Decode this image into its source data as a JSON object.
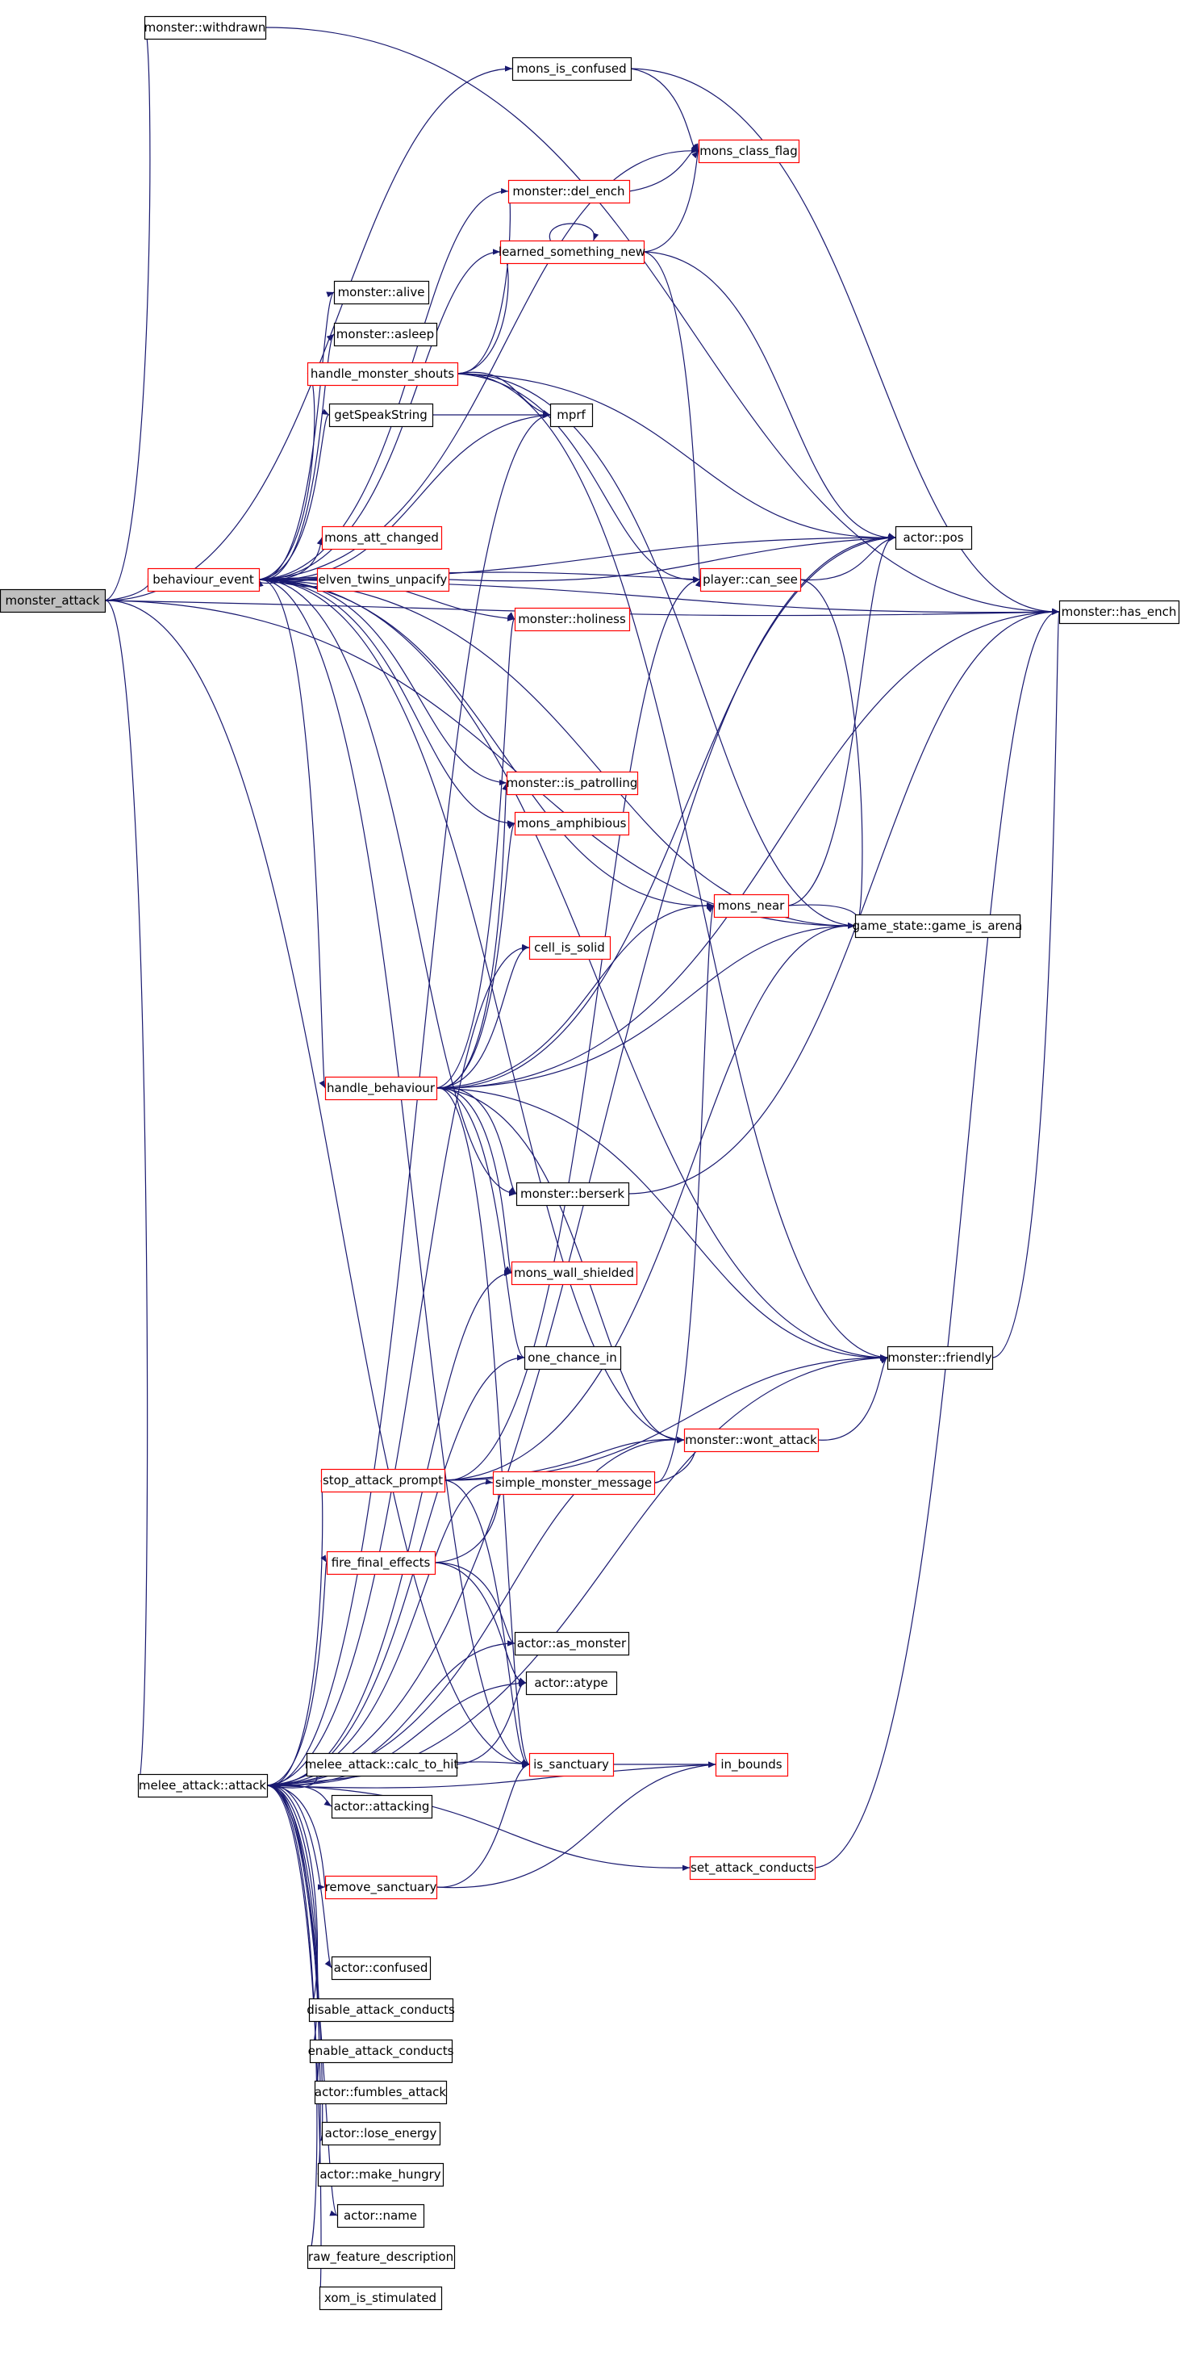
{
  "colors": {
    "edge": "#191970",
    "border_default": "#000000",
    "border_truncated": "#ff0000",
    "root_fill": "#bfbfbf",
    "node_fill": "#ffffff"
  },
  "nodes": [
    {
      "id": "monster_attack",
      "label": "monster_attack",
      "style": "root"
    },
    {
      "id": "withdrawn",
      "label": "monster::withdrawn",
      "style": "default"
    },
    {
      "id": "has_ench",
      "label": "monster::has_ench",
      "style": "default"
    },
    {
      "id": "behaviour_event",
      "label": "behaviour_event",
      "style": "truncated"
    },
    {
      "id": "mons_is_confused",
      "label": "mons_is_confused",
      "style": "default"
    },
    {
      "id": "mons_class_flag",
      "label": "mons_class_flag",
      "style": "truncated"
    },
    {
      "id": "del_ench",
      "label": "monster::del_ench",
      "style": "truncated"
    },
    {
      "id": "learned",
      "label": "learned_something_new",
      "style": "truncated"
    },
    {
      "id": "alive",
      "label": "monster::alive",
      "style": "default"
    },
    {
      "id": "asleep",
      "label": "monster::asleep",
      "style": "default"
    },
    {
      "id": "shouts",
      "label": "handle_monster_shouts",
      "style": "truncated"
    },
    {
      "id": "speak",
      "label": "getSpeakString",
      "style": "default"
    },
    {
      "id": "mprf",
      "label": "mprf",
      "style": "default"
    },
    {
      "id": "att_changed",
      "label": "mons_att_changed",
      "style": "truncated"
    },
    {
      "id": "elven",
      "label": "elven_twins_unpacify",
      "style": "truncated"
    },
    {
      "id": "can_see",
      "label": "player::can_see",
      "style": "truncated"
    },
    {
      "id": "actor_pos",
      "label": "actor::pos",
      "style": "default"
    },
    {
      "id": "holiness",
      "label": "monster::holiness",
      "style": "truncated"
    },
    {
      "id": "patrolling",
      "label": "monster::is_patrolling",
      "style": "truncated"
    },
    {
      "id": "amphibious",
      "label": "mons_amphibious",
      "style": "truncated"
    },
    {
      "id": "mons_near",
      "label": "mons_near",
      "style": "truncated"
    },
    {
      "id": "arena",
      "label": "game_state::game_is_arena",
      "style": "default"
    },
    {
      "id": "cell_solid",
      "label": "cell_is_solid",
      "style": "truncated"
    },
    {
      "id": "handle_behaviour",
      "label": "handle_behaviour",
      "style": "truncated"
    },
    {
      "id": "berserk",
      "label": "monster::berserk",
      "style": "default"
    },
    {
      "id": "wall_shielded",
      "label": "mons_wall_shielded",
      "style": "truncated"
    },
    {
      "id": "friendly",
      "label": "monster::friendly",
      "style": "default"
    },
    {
      "id": "one_chance",
      "label": "one_chance_in",
      "style": "default"
    },
    {
      "id": "wont_attack",
      "label": "monster::wont_attack",
      "style": "truncated"
    },
    {
      "id": "stop_attack",
      "label": "stop_attack_prompt",
      "style": "truncated"
    },
    {
      "id": "simple_msg",
      "label": "simple_monster_message",
      "style": "truncated"
    },
    {
      "id": "fire_final",
      "label": "fire_final_effects",
      "style": "truncated"
    },
    {
      "id": "as_monster",
      "label": "actor::as_monster",
      "style": "default"
    },
    {
      "id": "atype",
      "label": "actor::atype",
      "style": "default"
    },
    {
      "id": "melee_attack",
      "label": "melee_attack::attack",
      "style": "default"
    },
    {
      "id": "calc_hit",
      "label": "melee_attack::calc_to_hit",
      "style": "default"
    },
    {
      "id": "sanctuary",
      "label": "is_sanctuary",
      "style": "truncated"
    },
    {
      "id": "in_bounds",
      "label": "in_bounds",
      "style": "truncated"
    },
    {
      "id": "attacking",
      "label": "actor::attacking",
      "style": "default"
    },
    {
      "id": "set_conducts",
      "label": "set_attack_conducts",
      "style": "truncated"
    },
    {
      "id": "remove_sanct",
      "label": "remove_sanctuary",
      "style": "truncated"
    },
    {
      "id": "confused",
      "label": "actor::confused",
      "style": "default"
    },
    {
      "id": "disable_cond",
      "label": "disable_attack_conducts",
      "style": "default"
    },
    {
      "id": "enable_cond",
      "label": "enable_attack_conducts",
      "style": "default"
    },
    {
      "id": "fumbles",
      "label": "actor::fumbles_attack",
      "style": "default"
    },
    {
      "id": "lose_energy",
      "label": "actor::lose_energy",
      "style": "default"
    },
    {
      "id": "make_hungry",
      "label": "actor::make_hungry",
      "style": "default"
    },
    {
      "id": "actor_name",
      "label": "actor::name",
      "style": "default"
    },
    {
      "id": "raw_feature",
      "label": "raw_feature_description",
      "style": "default"
    },
    {
      "id": "xom",
      "label": "xom_is_stimulated",
      "style": "default"
    }
  ],
  "edges": [
    [
      "monster_attack",
      "withdrawn"
    ],
    [
      "monster_attack",
      "behaviour_event"
    ],
    [
      "monster_attack",
      "mons_is_confused"
    ],
    [
      "monster_attack",
      "arena"
    ],
    [
      "monster_attack",
      "has_ench"
    ],
    [
      "monster_attack",
      "melee_attack"
    ],
    [
      "monster_attack",
      "sanctuary"
    ],
    [
      "withdrawn",
      "has_ench"
    ],
    [
      "mons_is_confused",
      "has_ench"
    ],
    [
      "mons_is_confused",
      "mons_class_flag"
    ],
    [
      "behaviour_event",
      "mons_class_flag"
    ],
    [
      "behaviour_event",
      "del_ench"
    ],
    [
      "behaviour_event",
      "learned"
    ],
    [
      "behaviour_event",
      "alive"
    ],
    [
      "behaviour_event",
      "asleep"
    ],
    [
      "behaviour_event",
      "shouts"
    ],
    [
      "behaviour_event",
      "speak"
    ],
    [
      "behaviour_event",
      "actor_pos"
    ],
    [
      "behaviour_event",
      "att_changed"
    ],
    [
      "behaviour_event",
      "elven"
    ],
    [
      "behaviour_event",
      "holiness"
    ],
    [
      "behaviour_event",
      "patrolling"
    ],
    [
      "behaviour_event",
      "amphibious"
    ],
    [
      "behaviour_event",
      "arena"
    ],
    [
      "behaviour_event",
      "mons_near"
    ],
    [
      "behaviour_event",
      "handle_behaviour"
    ],
    [
      "behaviour_event",
      "berserk"
    ],
    [
      "behaviour_event",
      "friendly"
    ],
    [
      "behaviour_event",
      "has_ench"
    ],
    [
      "behaviour_event",
      "mprf"
    ],
    [
      "behaviour_event",
      "can_see"
    ],
    [
      "behaviour_event",
      "wont_attack"
    ],
    [
      "behaviour_event",
      "sanctuary"
    ],
    [
      "elven",
      "behaviour_event"
    ],
    [
      "elven",
      "actor_pos"
    ],
    [
      "del_ench",
      "mons_class_flag"
    ],
    [
      "learned",
      "mons_class_flag"
    ],
    [
      "learned",
      "learned"
    ],
    [
      "learned",
      "actor_pos"
    ],
    [
      "learned",
      "can_see"
    ],
    [
      "shouts",
      "mprf"
    ],
    [
      "shouts",
      "learned"
    ],
    [
      "shouts",
      "del_ench"
    ],
    [
      "shouts",
      "actor_pos"
    ],
    [
      "shouts",
      "can_see"
    ],
    [
      "shouts",
      "friendly"
    ],
    [
      "shouts",
      "arena"
    ],
    [
      "speak",
      "mprf"
    ],
    [
      "can_see",
      "actor_pos"
    ],
    [
      "can_see",
      "arena"
    ],
    [
      "mons_near",
      "actor_pos"
    ],
    [
      "mons_near",
      "arena"
    ],
    [
      "handle_behaviour",
      "cell_solid"
    ],
    [
      "handle_behaviour",
      "amphibious"
    ],
    [
      "handle_behaviour",
      "patrolling"
    ],
    [
      "handle_behaviour",
      "holiness"
    ],
    [
      "handle_behaviour",
      "mons_near"
    ],
    [
      "handle_behaviour",
      "arena"
    ],
    [
      "handle_behaviour",
      "has_ench"
    ],
    [
      "handle_behaviour",
      "actor_pos"
    ],
    [
      "handle_behaviour",
      "berserk"
    ],
    [
      "handle_behaviour",
      "wall_shielded"
    ],
    [
      "handle_behaviour",
      "one_chance"
    ],
    [
      "handle_behaviour",
      "friendly"
    ],
    [
      "handle_behaviour",
      "wont_attack"
    ],
    [
      "handle_behaviour",
      "sanctuary"
    ],
    [
      "berserk",
      "has_ench"
    ],
    [
      "friendly",
      "has_ench"
    ],
    [
      "wont_attack",
      "friendly"
    ],
    [
      "stop_attack",
      "can_see"
    ],
    [
      "stop_attack",
      "arena"
    ],
    [
      "stop_attack",
      "wont_attack"
    ],
    [
      "stop_attack",
      "friendly"
    ],
    [
      "stop_attack",
      "sanctuary"
    ],
    [
      "simple_msg",
      "mons_near"
    ],
    [
      "simple_msg",
      "wont_attack"
    ],
    [
      "fire_final",
      "simple_msg"
    ],
    [
      "fire_final",
      "as_monster"
    ],
    [
      "fire_final",
      "atype"
    ],
    [
      "melee_attack",
      "mprf"
    ],
    [
      "melee_attack",
      "cell_solid"
    ],
    [
      "melee_attack",
      "actor_pos"
    ],
    [
      "melee_attack",
      "one_chance"
    ],
    [
      "melee_attack",
      "wall_shielded"
    ],
    [
      "melee_attack",
      "stop_attack"
    ],
    [
      "melee_attack",
      "simple_msg"
    ],
    [
      "melee_attack",
      "fire_final"
    ],
    [
      "melee_attack",
      "as_monster"
    ],
    [
      "melee_attack",
      "atype"
    ],
    [
      "melee_attack",
      "calc_hit"
    ],
    [
      "melee_attack",
      "sanctuary"
    ],
    [
      "melee_attack",
      "attacking"
    ],
    [
      "melee_attack",
      "remove_sanct"
    ],
    [
      "melee_attack",
      "set_conducts"
    ],
    [
      "melee_attack",
      "in_bounds"
    ],
    [
      "melee_attack",
      "confused"
    ],
    [
      "melee_attack",
      "disable_cond"
    ],
    [
      "melee_attack",
      "enable_cond"
    ],
    [
      "melee_attack",
      "fumbles"
    ],
    [
      "melee_attack",
      "lose_energy"
    ],
    [
      "melee_attack",
      "make_hungry"
    ],
    [
      "melee_attack",
      "actor_name"
    ],
    [
      "melee_attack",
      "raw_feature"
    ],
    [
      "melee_attack",
      "xom"
    ],
    [
      "melee_attack",
      "friendly"
    ],
    [
      "melee_attack",
      "wont_attack"
    ],
    [
      "calc_hit",
      "atype"
    ],
    [
      "sanctuary",
      "in_bounds"
    ],
    [
      "remove_sanct",
      "sanctuary"
    ],
    [
      "remove_sanct",
      "in_bounds"
    ],
    [
      "set_conducts",
      "has_ench"
    ]
  ]
}
